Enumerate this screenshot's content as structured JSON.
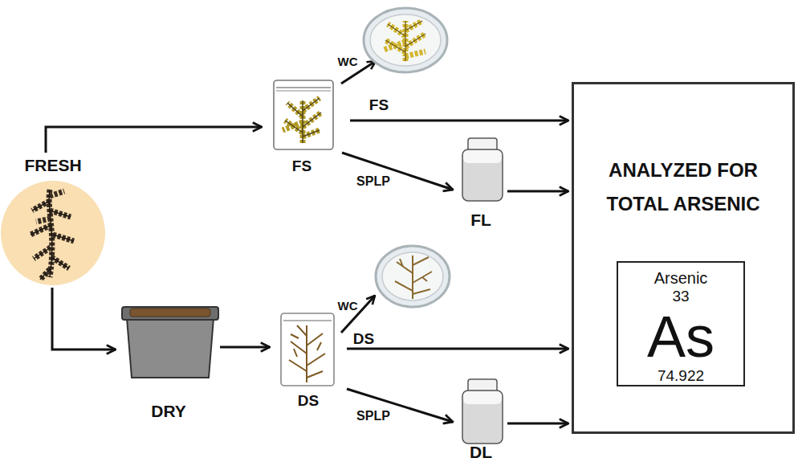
{
  "diagram": {
    "nodes": [
      {
        "text": [
          "FRESH"
        ]
      },
      {
        "text": [
          "FS"
        ]
      },
      {
        "text": [
          "FL"
        ]
      },
      {
        "text": [
          "DRY"
        ]
      },
      {
        "text": [
          "DS"
        ]
      },
      {
        "text": [
          "DL"
        ]
      },
      {
        "text": [
          "ANALYZED FOR TOTAL ARSENIC"
        ]
      },
      {
        "text": [
          "Arsenic",
          "33",
          "As",
          "74.922"
        ],
        "in": 6
      }
    ],
    "edges": [
      {
        "from": 0,
        "to": 1,
        "arrow": "to"
      },
      {
        "from": 0,
        "to": 3,
        "arrow": "to"
      },
      {
        "from": 1,
        "to": 6,
        "label": "FS",
        "arrow": "to"
      },
      {
        "from": 1,
        "to": 2,
        "label": "SPLP",
        "arrow": "to"
      },
      {
        "from": 2,
        "to": 6,
        "arrow": "to"
      },
      {
        "from": 3,
        "to": 4,
        "arrow": "to"
      },
      {
        "from": 4,
        "to": 6,
        "label": "DS",
        "arrow": "to"
      },
      {
        "from": 4,
        "to": 5,
        "label": "SPLP",
        "arrow": "to"
      },
      {
        "from": 5,
        "to": 6,
        "arrow": "to"
      }
    ],
    "labels": [
      "WC",
      "WC"
    ]
  }
}
